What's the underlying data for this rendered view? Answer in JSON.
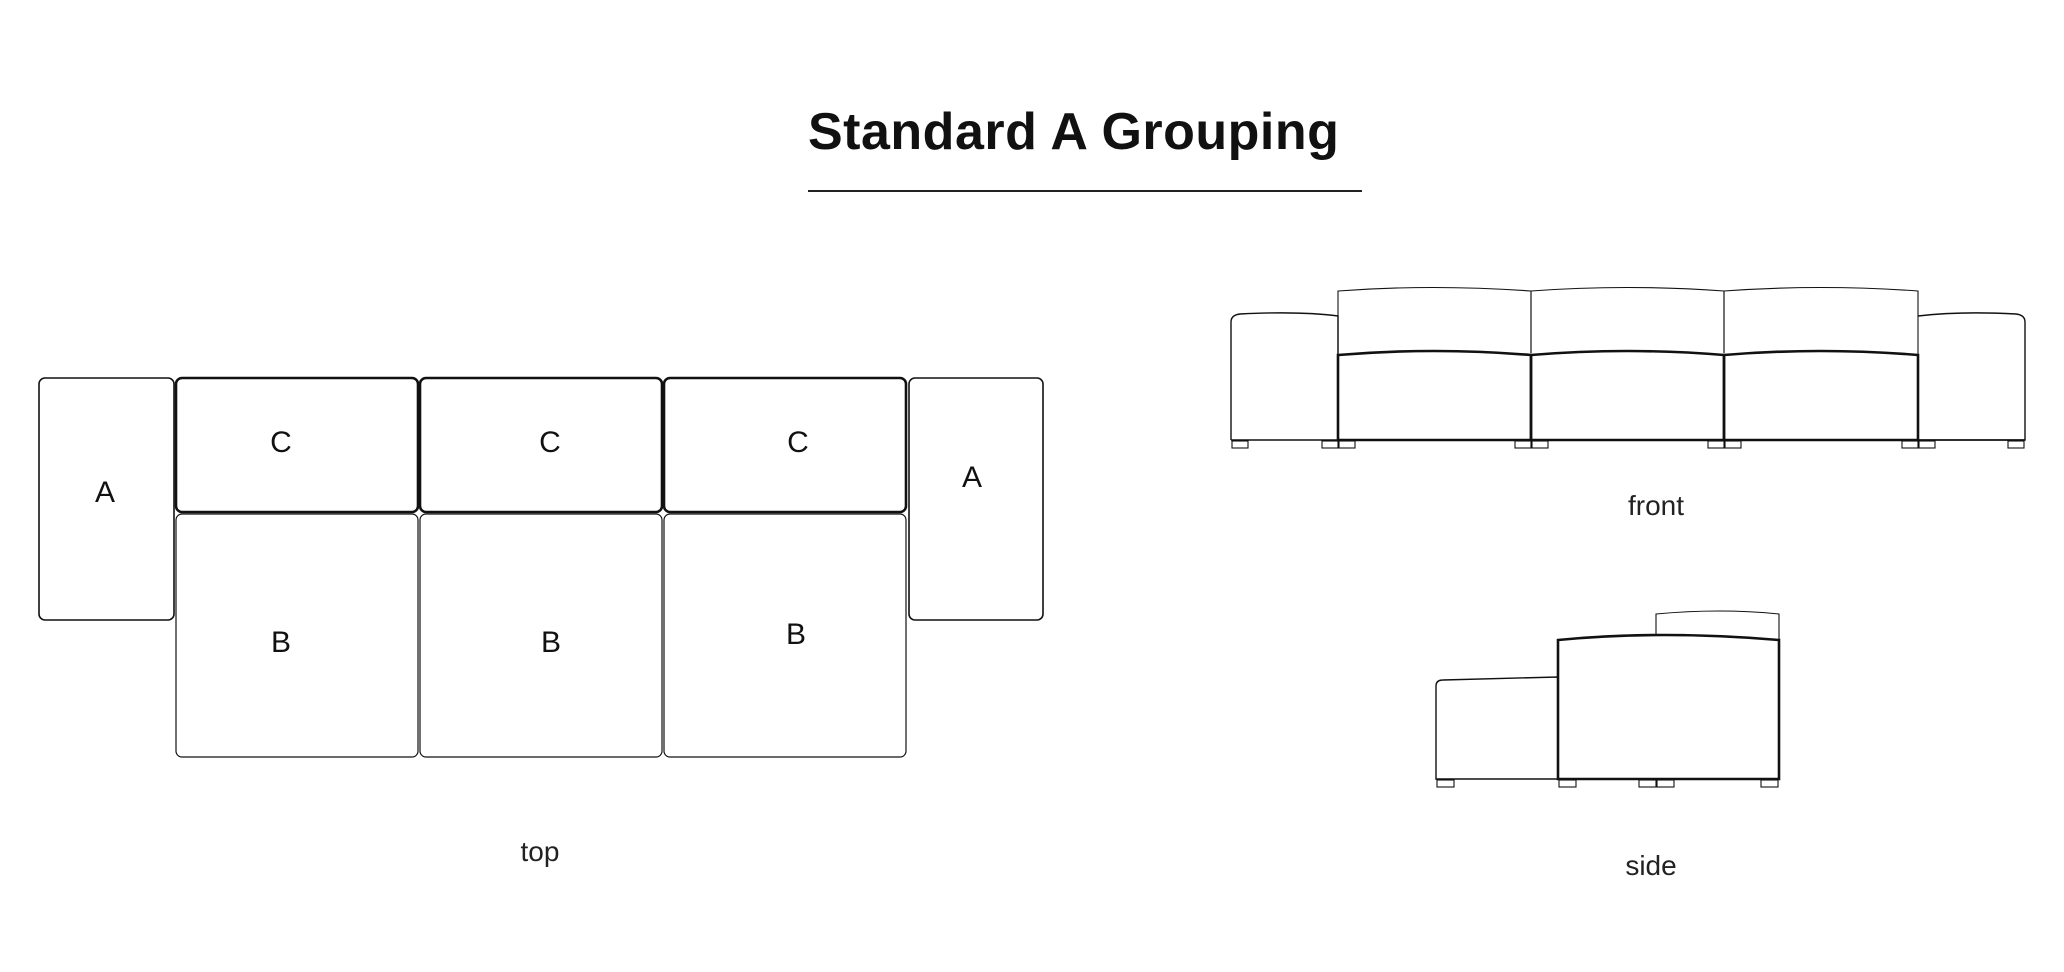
{
  "title": "Standard A Grouping",
  "views": {
    "top": "top",
    "front": "front",
    "side": "side"
  },
  "modules": {
    "a_left": "A",
    "c_1": "C",
    "c_2": "C",
    "c_3": "C",
    "a_right": "A",
    "b_1": "B",
    "b_2": "B",
    "b_3": "B"
  }
}
